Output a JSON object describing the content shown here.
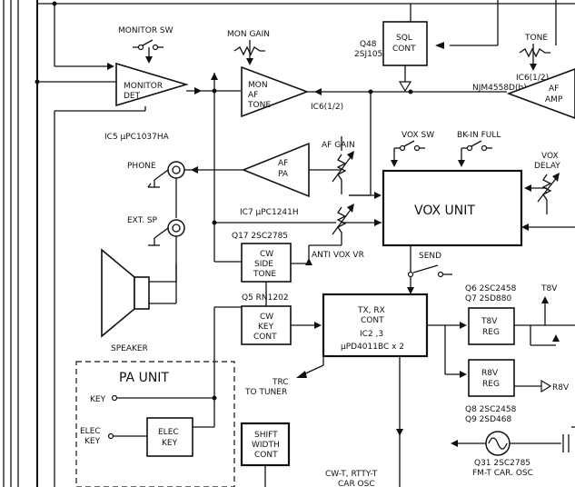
{
  "labels": {
    "monitor_sw": "MONITOR SW",
    "monitor_det_1": "MONITOR",
    "monitor_det_2": "DET",
    "ic5": "IC5  µPC1037HA",
    "mon_gain": "MON GAIN",
    "mon_af_tone_1": "MON",
    "mon_af_tone_2": "AF",
    "mon_af_tone_3": "TONE",
    "ic6_half": "IC6(1/2)",
    "q48_1": "Q48",
    "q48_2": "2SJ105",
    "sql_cont_1": "SQL",
    "sql_cont_2": "CONT",
    "tone": "TONE",
    "ic6_half_b": "IC6(1/2)",
    "njm": "NJM4558D(b)",
    "af_amp_1": "AF",
    "af_amp_2": "AMP",
    "af_gain": "AF GAIN",
    "vox_sw": "VOX SW",
    "bk_in_full": "BK-IN  FULL",
    "vox_delay_1": "VOX",
    "vox_delay_2": "DELAY",
    "phone": "PHONE",
    "af_pa_1": "AF",
    "af_pa_2": "PA",
    "ic7": "IC7  µPC1241H",
    "vox_unit": "VOX UNIT",
    "ext_sp": "EXT. SP",
    "q17": "Q17  2SC2785",
    "cw_side_tone_1": "CW",
    "cw_side_tone_2": "SIDE",
    "cw_side_tone_3": "TONE",
    "anti_vox_vr": "ANTI VOX VR",
    "send": "SEND",
    "q5": "Q5  RN1202",
    "cw_key_cont_1": "CW",
    "cw_key_cont_2": "KEY",
    "cw_key_cont_3": "CONT",
    "txrx_1": "TX, RX",
    "txrx_2": "CONT",
    "txrx_3": "IC2 ,3",
    "txrx_4": "µPD4011BC x 2",
    "q6": "Q6  2SC2458",
    "q7": "Q7  2SD880",
    "t8v_out": "T8V",
    "t8v_reg_1": "T8V",
    "t8v_reg_2": "REG",
    "speaker": "SPEAKER",
    "pa_unit": "PA UNIT",
    "key": "KEY",
    "trc_1": "TRC",
    "trc_2": "TO TUNER",
    "r8v_reg_1": "R8V",
    "r8v_reg_2": "REG",
    "r8v_out": "R8V",
    "q8": "Q8  2SC2458",
    "q9": "Q9  2SD468",
    "elec_key_in_1": "ELEC",
    "elec_key_in_2": "KEY",
    "elec_key_box_1": "ELEC",
    "elec_key_box_2": "KEY",
    "shift_1": "SHIFT",
    "shift_2": "WIDTH",
    "shift_3": "CONT",
    "q31": "Q31  2SC2785",
    "fmt": "FM-T  CAR. OSC",
    "cwt_1": "CW-T, RTTY-T",
    "cwt_2": "CAR OSC"
  }
}
